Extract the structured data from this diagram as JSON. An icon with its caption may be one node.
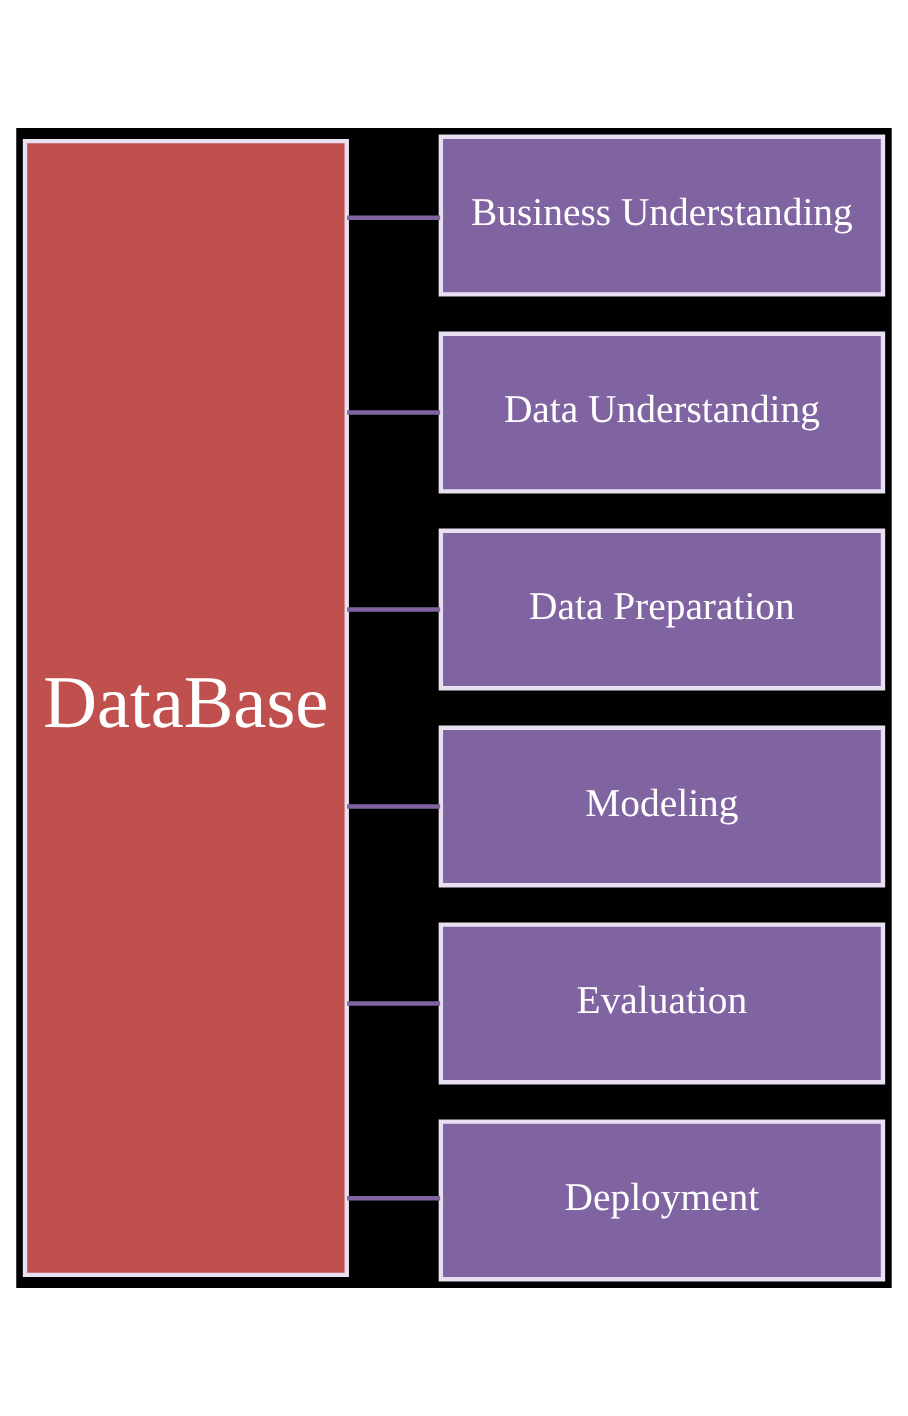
{
  "diagram": {
    "nodes": [
      {
        "text": [
          "DataBase"
        ]
      },
      {
        "text": [
          "Business Understanding"
        ]
      },
      {
        "text": [
          "Data Understanding"
        ]
      },
      {
        "text": [
          "Data Preparation"
        ]
      },
      {
        "text": [
          "Modeling"
        ]
      },
      {
        "text": [
          "Evaluation"
        ]
      },
      {
        "text": [
          "Deployment"
        ]
      }
    ],
    "edges": [
      {
        "from": 0,
        "to": 1,
        "arrow": "none"
      },
      {
        "from": 0,
        "to": 2,
        "arrow": "none"
      },
      {
        "from": 0,
        "to": 3,
        "arrow": "none"
      },
      {
        "from": 0,
        "to": 4,
        "arrow": "none"
      },
      {
        "from": 0,
        "to": 5,
        "arrow": "none"
      },
      {
        "from": 0,
        "to": 6,
        "arrow": "none"
      }
    ]
  }
}
